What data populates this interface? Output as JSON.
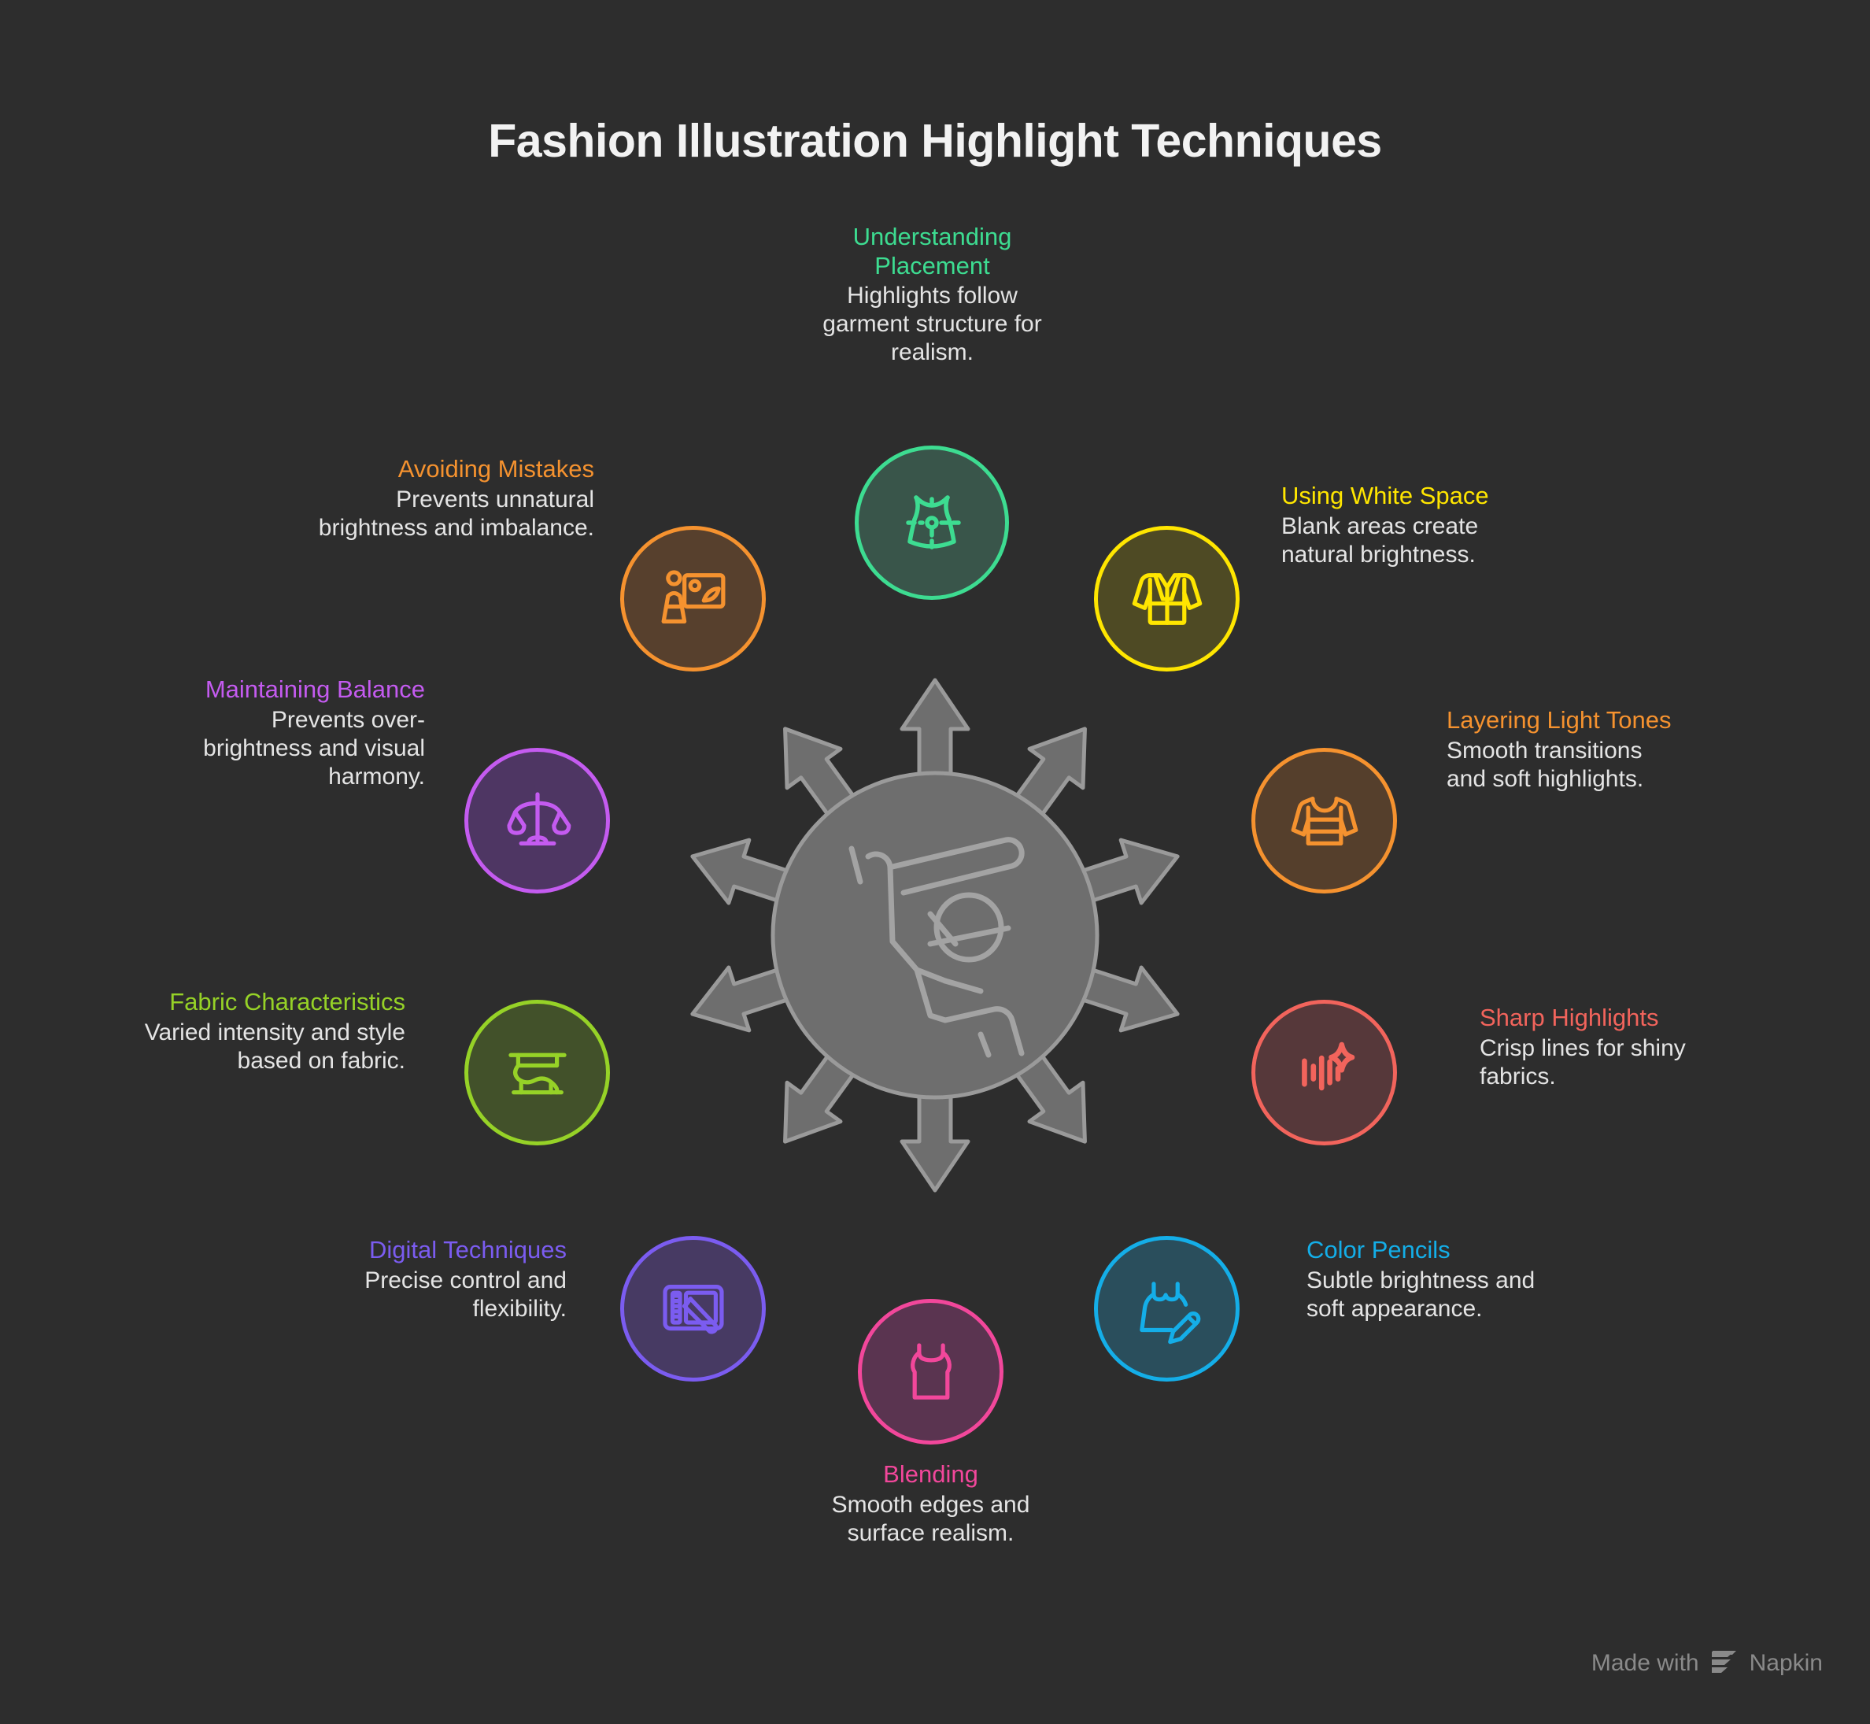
{
  "title": "Fashion Illustration Highlight Techniques",
  "footer": {
    "text_before": "Made with",
    "brand": "Napkin",
    "logo_icon": "napkin-logo-icon"
  },
  "hub": {
    "icon": "hand-holding-brush-icon",
    "fill": "#6e6e6e",
    "stroke": "#9a9a9a",
    "arrow_count": 10
  },
  "nodes": [
    {
      "id": "understanding-placement",
      "title": "Understanding Placement",
      "description": "Highlights follow garment structure for realism.",
      "color": "#3ddc91",
      "icon": "dress-crosshair-icon",
      "align": "center"
    },
    {
      "id": "using-white-space",
      "title": "Using White Space",
      "description": "Blank areas create natural brightness.",
      "color": "#ffe600",
      "icon": "robe-coat-icon",
      "align": "left"
    },
    {
      "id": "layering-light-tones",
      "title": "Layering Light Tones",
      "description": "Smooth transitions and soft highlights.",
      "color": "#f5922f",
      "icon": "striped-sweater-icon",
      "align": "left"
    },
    {
      "id": "sharp-highlights",
      "title": "Sharp Highlights",
      "description": "Crisp lines for shiny fabrics.",
      "color": "#f2645c",
      "icon": "sparkle-lines-icon",
      "align": "left"
    },
    {
      "id": "color-pencils",
      "title": "Color Pencils",
      "description": "Subtle brightness and soft appearance.",
      "color": "#14aee8",
      "icon": "pencil-garment-icon",
      "align": "left"
    },
    {
      "id": "blending",
      "title": "Blending",
      "description": "Smooth edges and surface realism.",
      "color": "#f2479b",
      "icon": "tank-top-icon",
      "align": "center"
    },
    {
      "id": "digital-techniques",
      "title": "Digital Techniques",
      "description": "Precise control and flexibility.",
      "color": "#7b5cf0",
      "icon": "graphics-tablet-icon",
      "align": "right"
    },
    {
      "id": "fabric-characteristics",
      "title": "Fabric Characteristics",
      "description": "Varied intensity and style based on fabric.",
      "color": "#96d227",
      "icon": "folded-fabric-icon",
      "align": "right"
    },
    {
      "id": "maintaining-balance",
      "title": "Maintaining Balance",
      "description": "Prevents over-brightness and visual harmony.",
      "color": "#c45bf0",
      "icon": "balance-scale-icon",
      "align": "right"
    },
    {
      "id": "avoiding-mistakes",
      "title": "Avoiding Mistakes",
      "description": "Prevents unnatural brightness and imbalance.",
      "color": "#f5922f",
      "icon": "mannequin-frame-icon",
      "align": "right"
    }
  ]
}
